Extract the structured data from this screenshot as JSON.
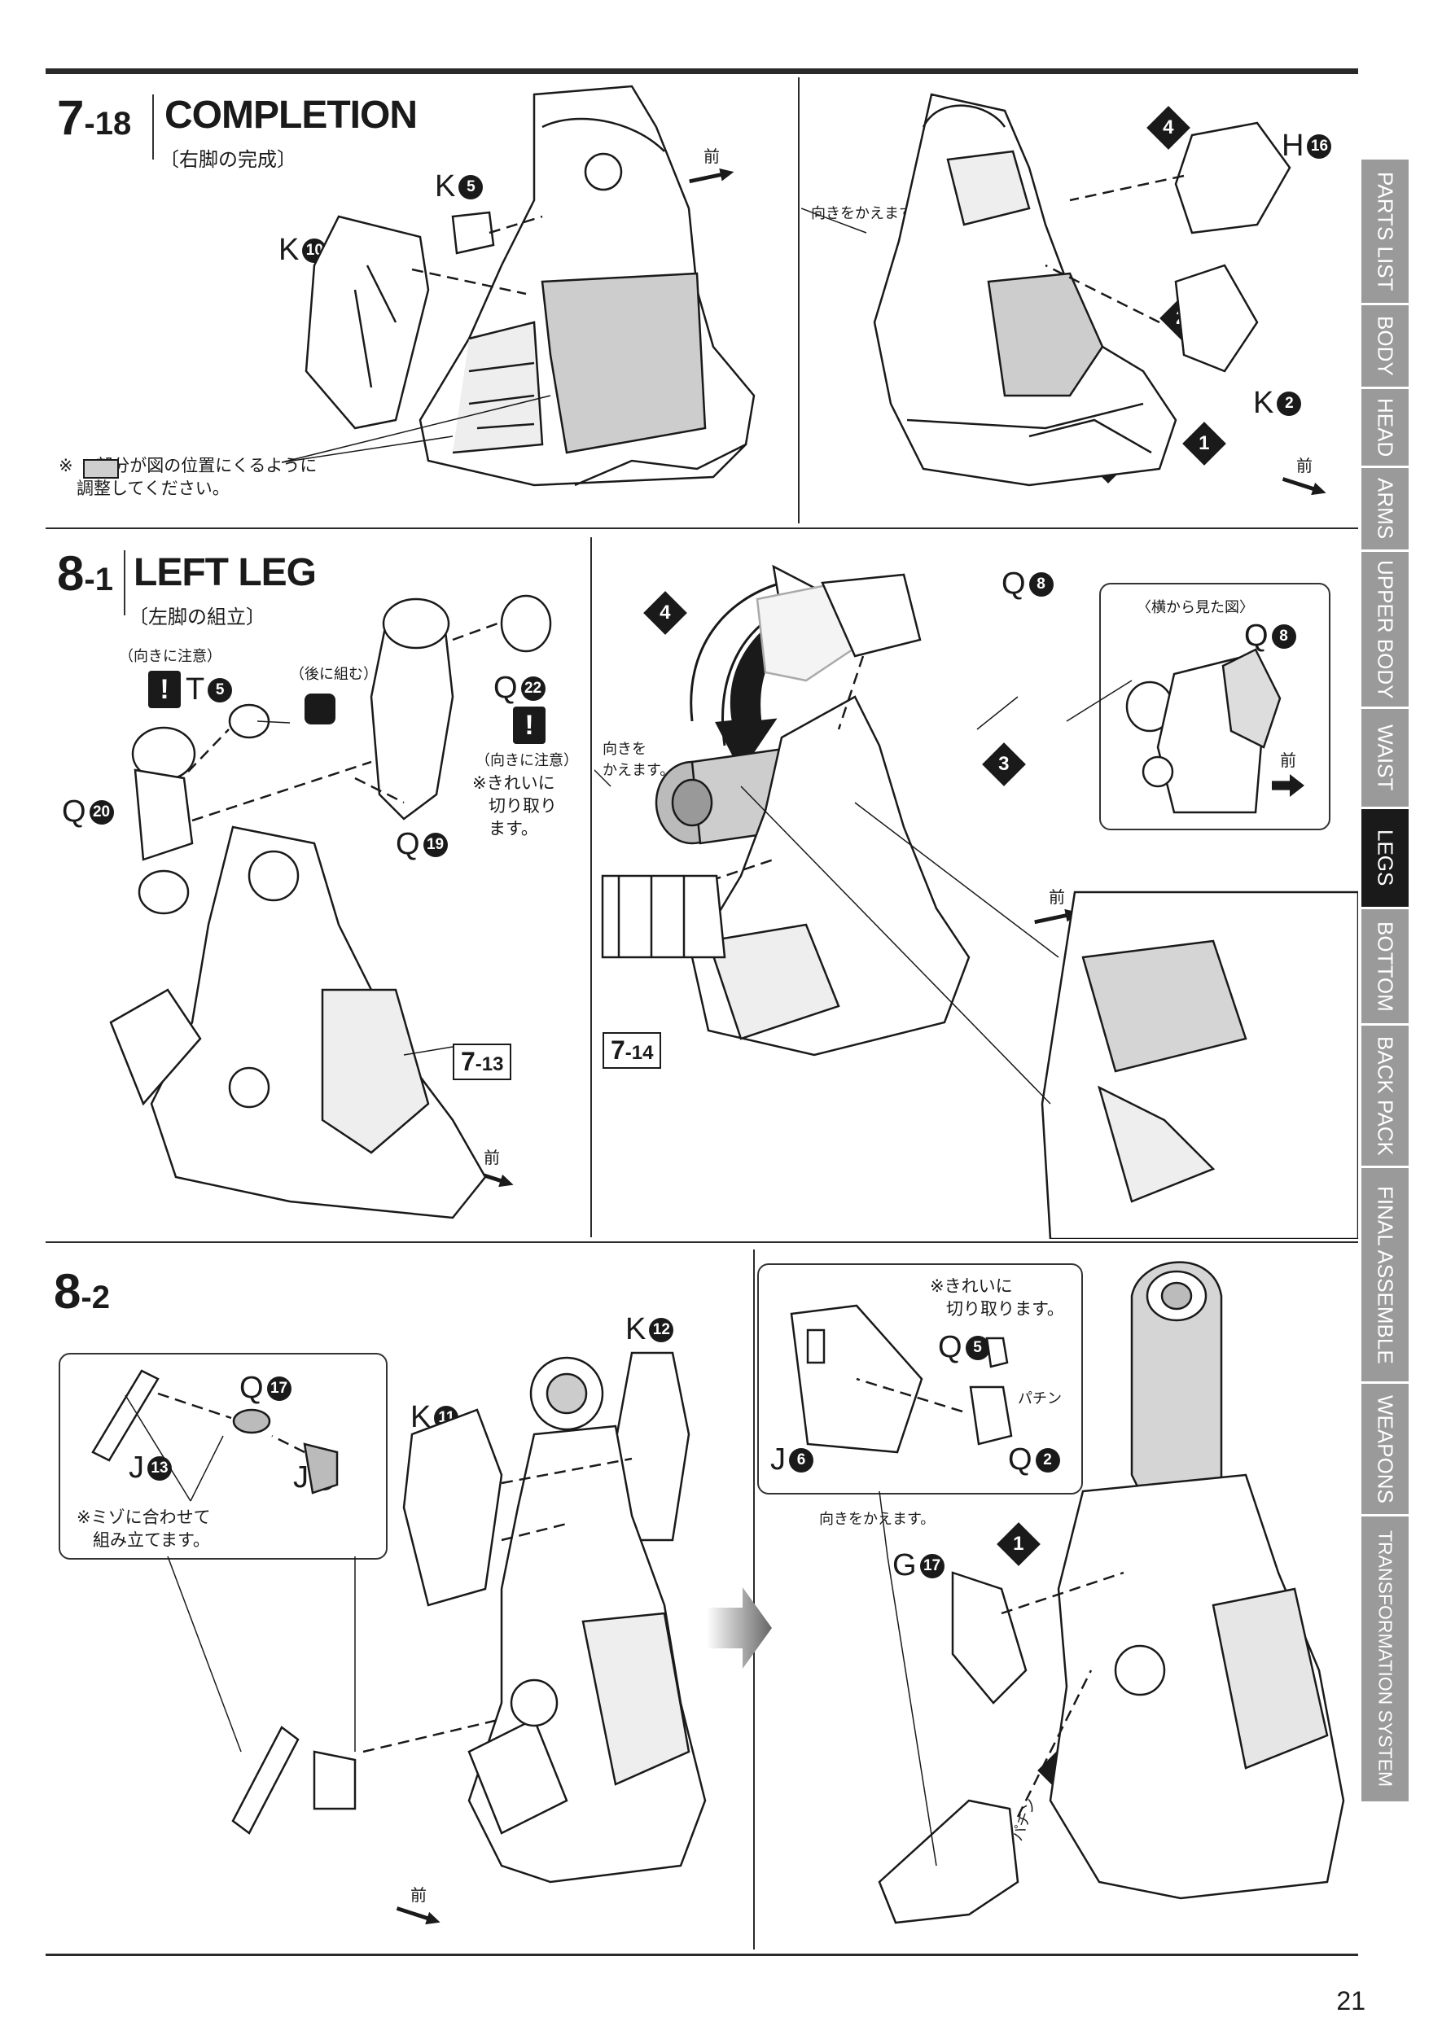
{
  "steps": {
    "s7_18": {
      "major": "7",
      "minor": "-18",
      "title": "COMPLETION",
      "subtitle": "〔右脚の完成〕",
      "note_line1": "※ 　部分が図の位置にくるように",
      "note_line2": "調整してください。",
      "turn_note": "向きをかえます。",
      "front": "前"
    },
    "s8_1": {
      "major": "8",
      "minor": "-1",
      "title": "LEFT LEG",
      "subtitle": "〔左脚の組立〕",
      "caution_top": "（向きに注意）",
      "later": "（後に組む）",
      "caution_q22": "（向きに注意）",
      "clean_cut_1": "※きれいに",
      "clean_cut_2": "切り取り",
      "clean_cut_3": "ます。",
      "turn_note_1": "向きを",
      "turn_note_2": "かえます。",
      "side_view": "〈横から見た図〉",
      "front": "前"
    },
    "s8_2": {
      "major": "8",
      "minor": "-2",
      "groove_1": "※ミゾに合わせて",
      "groove_2": "組み立てます。",
      "clean_cut_1": "※きれいに",
      "clean_cut_2": "切り取ります。",
      "snap": "パチン",
      "turn_note": "向きをかえます。",
      "front": "前"
    }
  },
  "parts": {
    "k5": {
      "letter": "K",
      "num": "5"
    },
    "k10": {
      "letter": "K",
      "num": "10"
    },
    "h16": {
      "letter": "H",
      "num": "16"
    },
    "k2": {
      "letter": "K",
      "num": "2"
    },
    "t5": {
      "letter": "T",
      "num": "5"
    },
    "q22": {
      "letter": "Q",
      "num": "22"
    },
    "q20": {
      "letter": "Q",
      "num": "20"
    },
    "q19": {
      "letter": "Q",
      "num": "19"
    },
    "q8a": {
      "letter": "Q",
      "num": "8"
    },
    "q8b": {
      "letter": "Q",
      "num": "8"
    },
    "k12": {
      "letter": "K",
      "num": "12"
    },
    "q17": {
      "letter": "Q",
      "num": "17"
    },
    "k11": {
      "letter": "K",
      "num": "11"
    },
    "j13": {
      "letter": "J",
      "num": "13"
    },
    "j3": {
      "letter": "J",
      "num": "3"
    },
    "q5": {
      "letter": "Q",
      "num": "5"
    },
    "j6": {
      "letter": "J",
      "num": "6"
    },
    "q2": {
      "letter": "Q",
      "num": "2"
    },
    "g17": {
      "letter": "G",
      "num": "17"
    }
  },
  "refs": {
    "r7_13_major": "7",
    "r7_13_minor": "-13",
    "r7_14_major": "7",
    "r7_14_minor": "-14"
  },
  "sequence": [
    "1",
    "2",
    "3",
    "4"
  ],
  "sidebar": [
    {
      "label": "PARTS LIST",
      "active": false
    },
    {
      "label": "BODY",
      "active": false
    },
    {
      "label": "HEAD",
      "active": false
    },
    {
      "label": "ARMS",
      "active": false
    },
    {
      "label": "UPPER BODY",
      "active": false
    },
    {
      "label": "WAIST",
      "active": false
    },
    {
      "label": "LEGS",
      "active": true
    },
    {
      "label": "BOTTOM",
      "active": false
    },
    {
      "label": "BACK PACK",
      "active": false
    },
    {
      "label": "FINAL ASSEMBLE",
      "active": false
    },
    {
      "label": "WEAPONS",
      "active": false
    },
    {
      "label": "TRANSFORMATION SYSTEM",
      "active": false
    }
  ],
  "page_number": "21"
}
